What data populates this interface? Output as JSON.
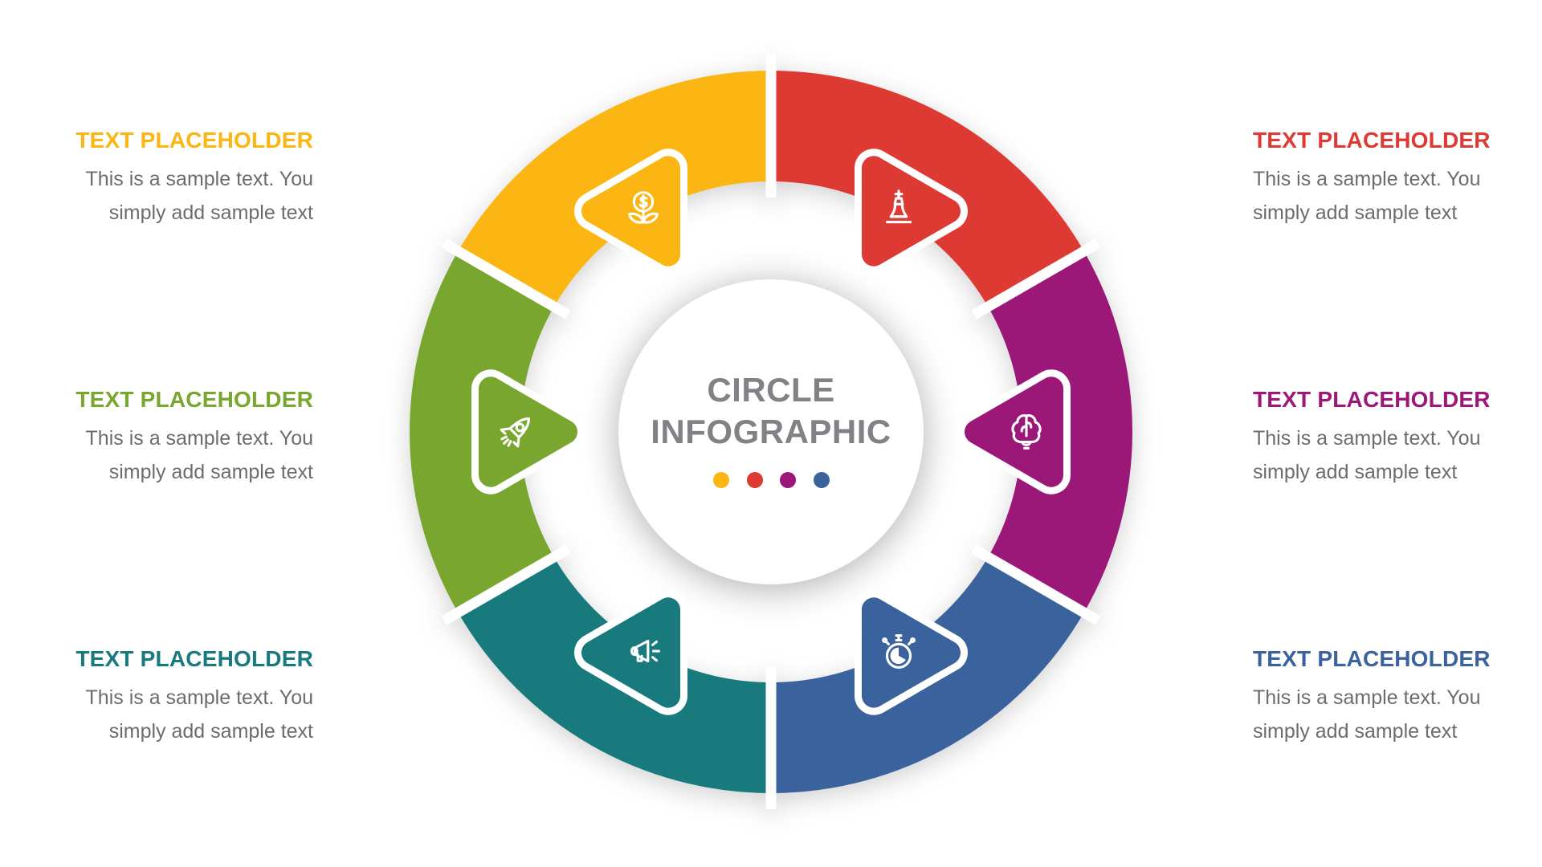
{
  "center_badge": {
    "title_line1": "CIRCLE",
    "title_line2": "INFOGRAPHIC",
    "title_color": "#818286",
    "dots": [
      "#FBB613",
      "#DC3A32",
      "#9B1879",
      "#3A629C"
    ]
  },
  "segments": [
    {
      "name": "finance",
      "color": "#FBB613",
      "icon": "money-growth-icon"
    },
    {
      "name": "strategy",
      "color": "#DC3A32",
      "icon": "chess-piece-icon"
    },
    {
      "name": "idea",
      "color": "#9B1879",
      "icon": "brain-icon"
    },
    {
      "name": "time",
      "color": "#3A629C",
      "icon": "stopwatch-icon"
    },
    {
      "name": "marketing",
      "color": "#187A7D",
      "icon": "megaphone-icon"
    },
    {
      "name": "launch",
      "color": "#79A62E",
      "icon": "rocket-icon"
    }
  ],
  "text_blocks": {
    "left": [
      {
        "heading": "TEXT PLACEHOLDER",
        "color": "#FBB613",
        "line1": "This is a sample text. You",
        "line2": "simply add sample text"
      },
      {
        "heading": "TEXT PLACEHOLDER",
        "color": "#79A62E",
        "line1": "This is a sample text. You",
        "line2": "simply add sample text"
      },
      {
        "heading": "TEXT PLACEHOLDER",
        "color": "#187A7D",
        "line1": "This is a sample text. You",
        "line2": "simply add sample text"
      }
    ],
    "right": [
      {
        "heading": "TEXT PLACEHOLDER",
        "color": "#DC3A32",
        "line1": "This is a sample text. You",
        "line2": "simply add sample text"
      },
      {
        "heading": "TEXT PLACEHOLDER",
        "color": "#9B1879",
        "line1": "This is a sample text. You",
        "line2": "simply add sample text"
      },
      {
        "heading": "TEXT PLACEHOLDER",
        "color": "#3A629C",
        "line1": "This is a sample text. You",
        "line2": "simply add sample text"
      }
    ]
  }
}
